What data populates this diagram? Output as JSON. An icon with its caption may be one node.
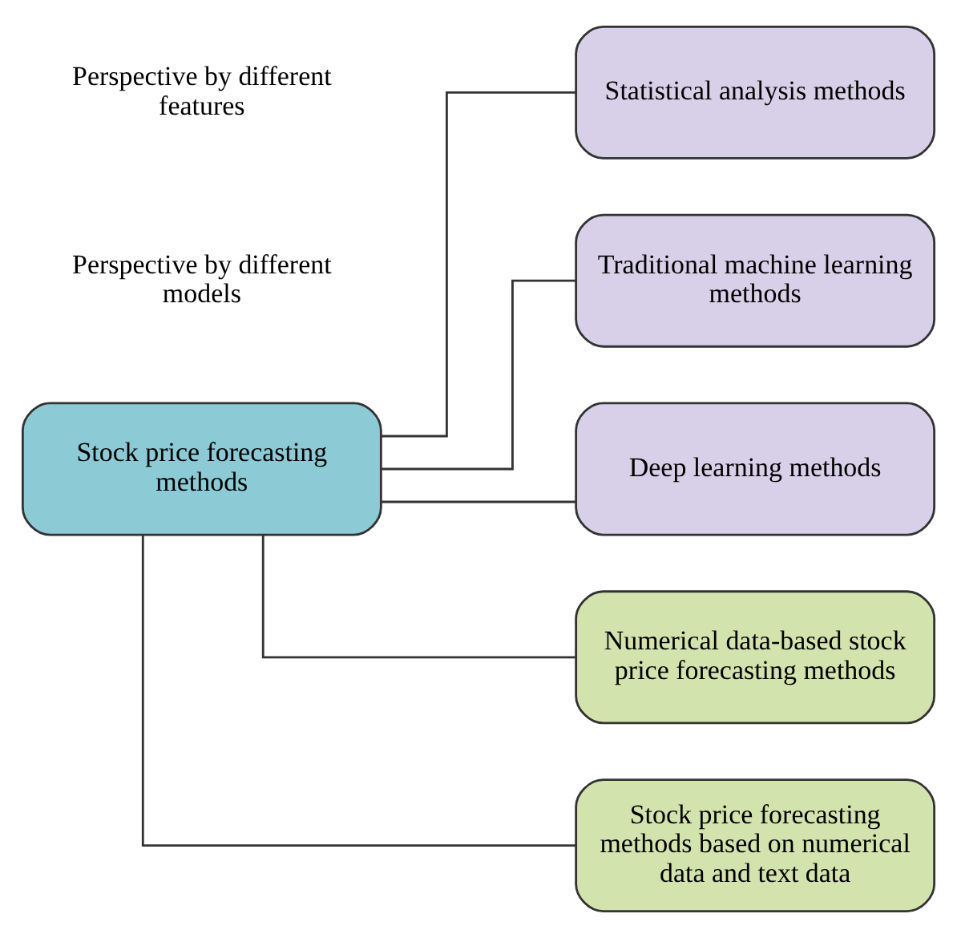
{
  "diagram": {
    "nodes": [
      {
        "text": [
          "Stock price forecasting methods"
        ]
      },
      {
        "text": [
          "Statistical analysis methods"
        ]
      },
      {
        "text": [
          "Traditional machine learning methods"
        ]
      },
      {
        "text": [
          "Deep learning methods"
        ]
      },
      {
        "text": [
          "Numerical data-based stock price forecasting methods"
        ]
      },
      {
        "text": [
          "Stock price forecasting methods based on numerical data and text data"
        ]
      }
    ],
    "edges": [
      {
        "from": 0,
        "to": 1,
        "arrow": "none"
      },
      {
        "from": 0,
        "to": 2,
        "arrow": "none"
      },
      {
        "from": 0,
        "to": 3,
        "arrow": "none"
      },
      {
        "from": 0,
        "to": 4,
        "arrow": "none"
      },
      {
        "from": 0,
        "to": 5,
        "arrow": "none"
      }
    ],
    "labels": [
      "Perspective by different models",
      "Perspective by different features"
    ]
  }
}
